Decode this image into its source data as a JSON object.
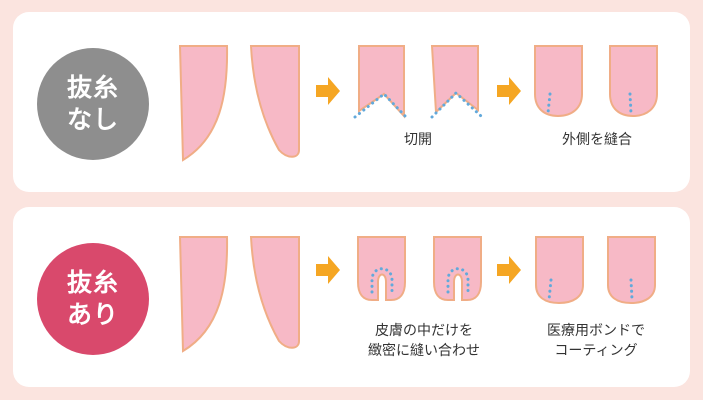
{
  "colors": {
    "background": "#fbe4df",
    "panel": "#ffffff",
    "badge_without": "#8e8e8e",
    "badge_with": "#d9496c",
    "eyelid_fill": "#f7b9c6",
    "eyelid_stroke": "#f0ad86",
    "arrow": "#f5a623",
    "stitch_dots": "#62a9db"
  },
  "rows": [
    {
      "badge": {
        "line1": "抜糸",
        "line2": "なし"
      },
      "captions": [
        {
          "line1": "切開",
          "line2": ""
        },
        {
          "line1": "外側を縫合",
          "line2": ""
        }
      ]
    },
    {
      "badge": {
        "line1": "抜糸",
        "line2": "あり"
      },
      "captions": [
        {
          "line1": "皮膚の中だけを",
          "line2": "緻密に縫い合わせ"
        },
        {
          "line1": "医療用ボンドで",
          "line2": "コーティング"
        }
      ]
    }
  ],
  "icons": {
    "arrow": "arrow-right-icon"
  }
}
